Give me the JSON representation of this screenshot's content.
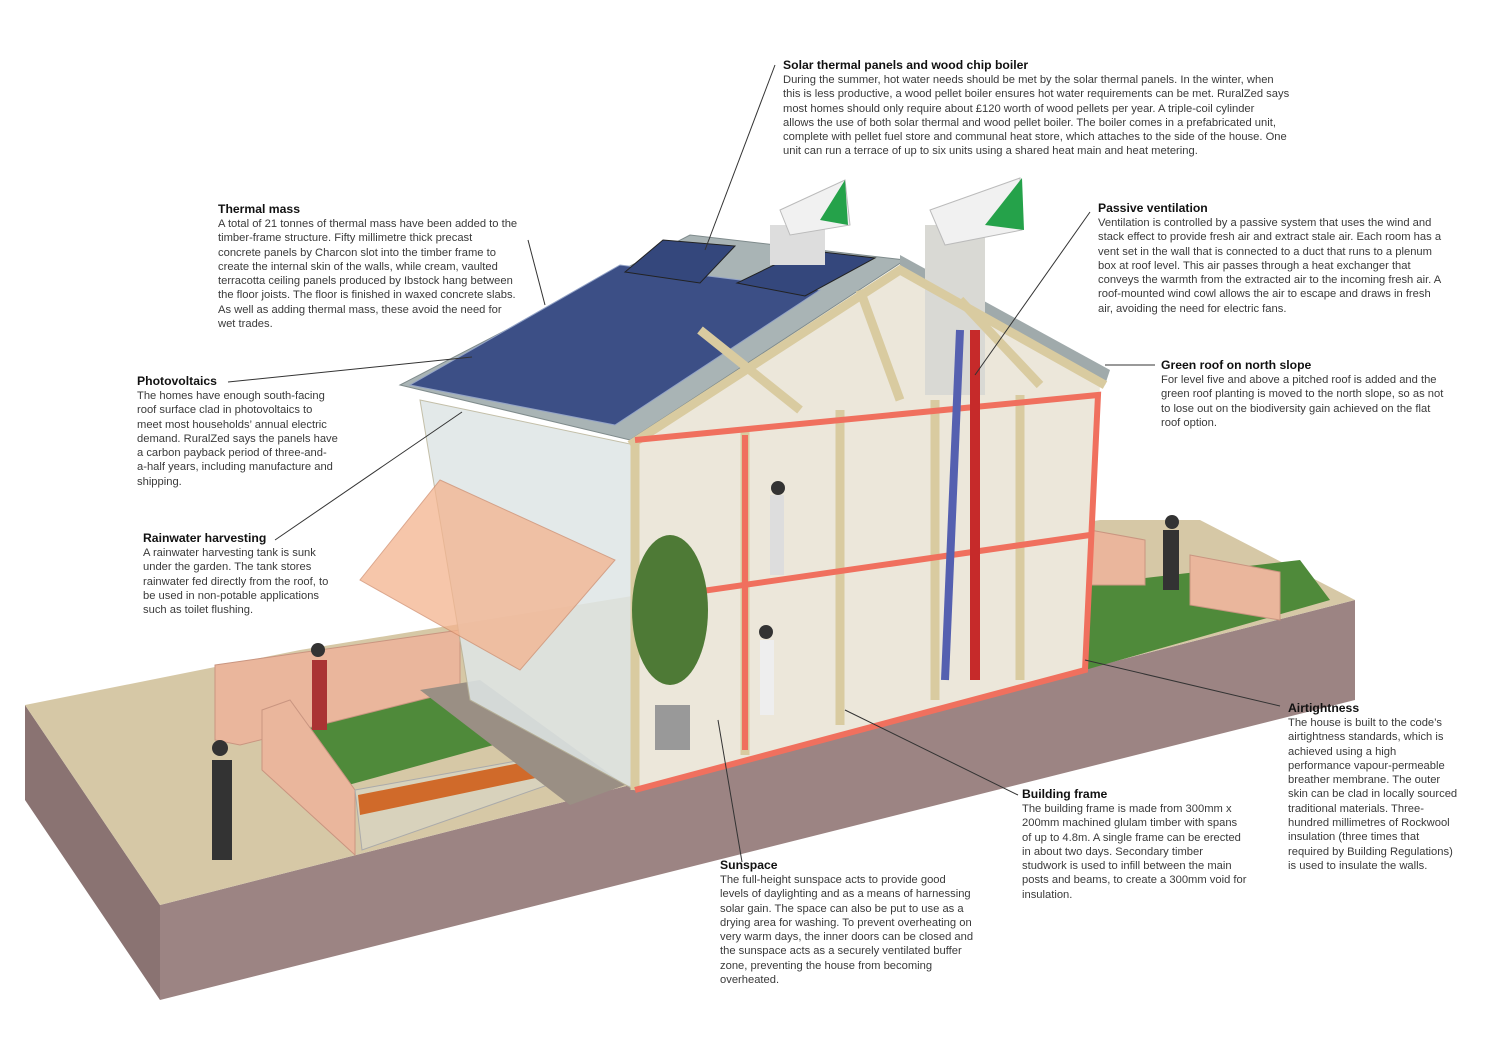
{
  "callouts": {
    "solar": {
      "title": "Solar thermal panels and wood chip boiler",
      "lines": [
        "During the summer, hot water needs should be met by the solar thermal panels. In the winter, when",
        "this is less productive, a wood pellet boiler ensures hot water requirements can be met. RuralZed says",
        "most homes should only require about £120 worth of wood pellets per year. A triple-coil cylinder",
        "allows the use of both solar thermal and wood pellet boiler. The boiler comes in a prefabricated unit,",
        "complete with pellet fuel store and communal heat store, which attaches to the side of the house. One",
        "unit can run a terrace of up to six units using a shared heat main and heat metering."
      ]
    },
    "thermal": {
      "title": "Thermal mass",
      "lines": [
        "A total of 21 tonnes of thermal mass have been added to the",
        "timber-frame structure. Fifty millimetre thick precast",
        "concrete panels by Charcon slot into the timber frame to",
        "create the internal skin of the walls, while cream, vaulted",
        "terracotta ceiling panels produced by Ibstock hang between",
        "the floor joists. The floor is finished in waxed concrete slabs.",
        "As well as adding thermal mass, these avoid the need for",
        "wet trades."
      ]
    },
    "pv": {
      "title": "Photovoltaics",
      "lines": [
        "The homes have enough south-facing",
        "roof surface clad in photovoltaics to",
        "meet most households’ annual electric",
        "demand. RuralZed says the panels have",
        "a carbon payback period of three-and-",
        "a-half years, including manufacture and",
        "shipping."
      ]
    },
    "rain": {
      "title": "Rainwater harvesting",
      "lines": [
        "A rainwater harvesting tank is sunk",
        "under the garden. The tank stores",
        "rainwater fed directly from the roof, to",
        "be used in non-potable applications",
        "such as toilet flushing."
      ]
    },
    "vent": {
      "title": "Passive ventilation",
      "lines": [
        "Ventilation is controlled by a passive system that uses the wind and",
        "stack effect to provide fresh air and extract stale air. Each room has a",
        "vent set in the wall that is connected to a duct that runs to a plenum",
        "box at roof level. This air passes through a heat exchanger that",
        "conveys the warmth from the extracted air to the incoming fresh air. A",
        "roof-mounted wind cowl allows the air to escape and draws in fresh",
        "air, avoiding the need for electric fans."
      ]
    },
    "green": {
      "title": "Green roof on north slope",
      "lines": [
        "For level five and above a pitched roof is added and the",
        "green roof planting is moved to the north slope, so as not",
        "to lose out on the biodiversity gain achieved on the flat",
        "roof option."
      ]
    },
    "air": {
      "title": "Airtightness",
      "lines": [
        "The house is built to the code’s",
        "airtightness standards, which is",
        "achieved using a high",
        "performance vapour-permeable",
        "breather membrane. The outer",
        "skin can be clad in locally sourced",
        "traditional materials. Three-",
        "hundred millimetres of Rockwool",
        "insulation (three times that",
        "required by Building Regulations)",
        "is used to insulate the walls."
      ]
    },
    "frame": {
      "title": "Building frame",
      "lines": [
        "The building frame is made from 300mm x",
        "200mm machined glulam timber with spans",
        "of up to 4.8m. A single frame can be erected",
        "in about two days. Secondary timber",
        "studwork is used to infill between the main",
        "posts and beams, to create a 300mm void for",
        "insulation."
      ]
    },
    "sun": {
      "title": "Sunspace",
      "lines": [
        "The full-height sunspace acts to provide good",
        "levels of daylighting and as a means of harnessing",
        "solar gain. The space can also be put to use as a",
        "drying area for washing. To prevent overheating on",
        "very warm days, the inner doors can be closed and",
        "the sunspace acts as a securely ventilated buffer",
        "zone, preventing the house from becoming",
        "overheated."
      ]
    }
  },
  "colors": {
    "frame_red": "#f0705e",
    "timber": "#d9cba0",
    "pv_blue": "#3c4f86",
    "grass": "#4f8a3a",
    "ground_side": "#9c8483",
    "ground_top": "#d6c8a6"
  }
}
